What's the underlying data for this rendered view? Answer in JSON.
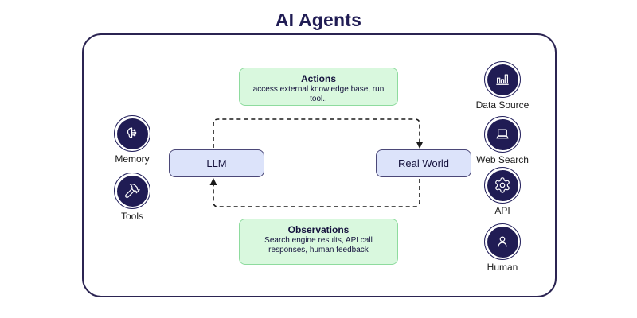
{
  "title": "AI Agents",
  "diagram": {
    "llm_label": "LLM",
    "real_world_label": "Real World",
    "actions": {
      "title": "Actions",
      "description": "access external knowledge base, run tool.."
    },
    "observations": {
      "title": "Observations",
      "description": "Search engine results, API call responses, human feedback"
    },
    "left_column": [
      {
        "label": "Memory",
        "icon": "brain-memory-icon"
      },
      {
        "label": "Tools",
        "icon": "hammer-icon"
      }
    ],
    "right_column": [
      {
        "label": "Data Source",
        "icon": "bar-chart-icon"
      },
      {
        "label": "Web Search",
        "icon": "laptop-icon"
      },
      {
        "label": "API",
        "icon": "gear-icon"
      },
      {
        "label": "Human",
        "icon": "person-icon"
      }
    ],
    "colors": {
      "navy": "#201c54",
      "green_fill": "#d9f8de",
      "green_border": "#8edb9e",
      "lavender_fill": "#dce3fa",
      "lavender_border": "#4b4878",
      "arrow": "#1a1a1a"
    }
  }
}
